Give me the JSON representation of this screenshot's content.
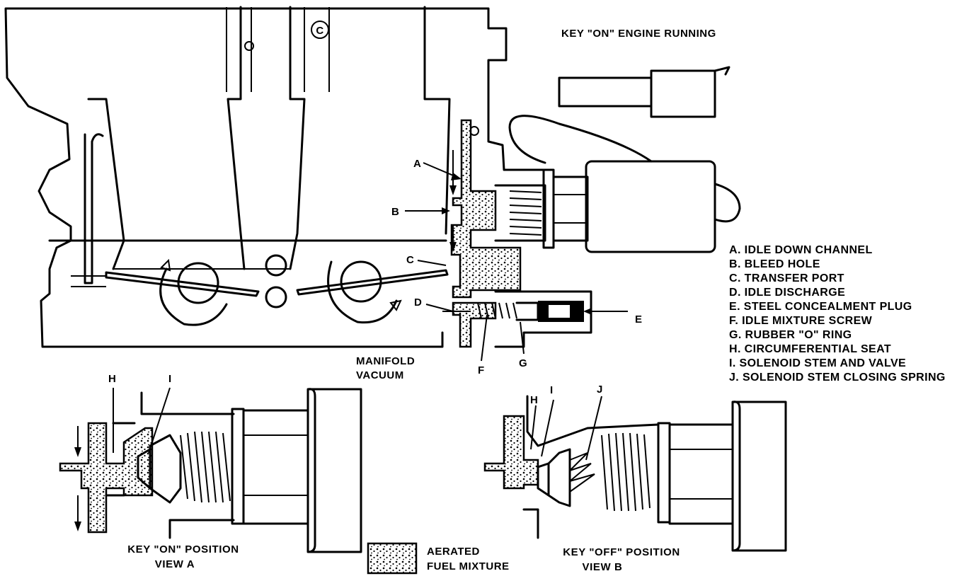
{
  "title": "KEY \"ON\" ENGINE RUNNING",
  "callouts": {
    "a": "A",
    "b": "B",
    "c": "C",
    "d": "D",
    "e": "E",
    "f": "F",
    "g": "G",
    "h": "H",
    "i": "I",
    "j": "J",
    "c_circle": "C"
  },
  "manifold": [
    "MANIFOLD",
    "VACUUM"
  ],
  "legend": [
    "A. IDLE DOWN CHANNEL",
    "B. BLEED HOLE",
    "C. TRANSFER PORT",
    "D. IDLE DISCHARGE",
    "E. STEEL CONCEALMENT PLUG",
    "F. IDLE MIXTURE SCREW",
    "G. RUBBER \"O\" RING",
    "H. CIRCUMFERENTIAL SEAT",
    "I. SOLENOID STEM AND VALVE",
    "J. SOLENOID STEM CLOSING SPRING"
  ],
  "view_a": [
    "KEY \"ON\" POSITION",
    "VIEW A"
  ],
  "view_b": [
    "KEY \"OFF\" POSITION",
    "VIEW B"
  ],
  "key_box": [
    "AERATED",
    "FUEL MIXTURE"
  ]
}
